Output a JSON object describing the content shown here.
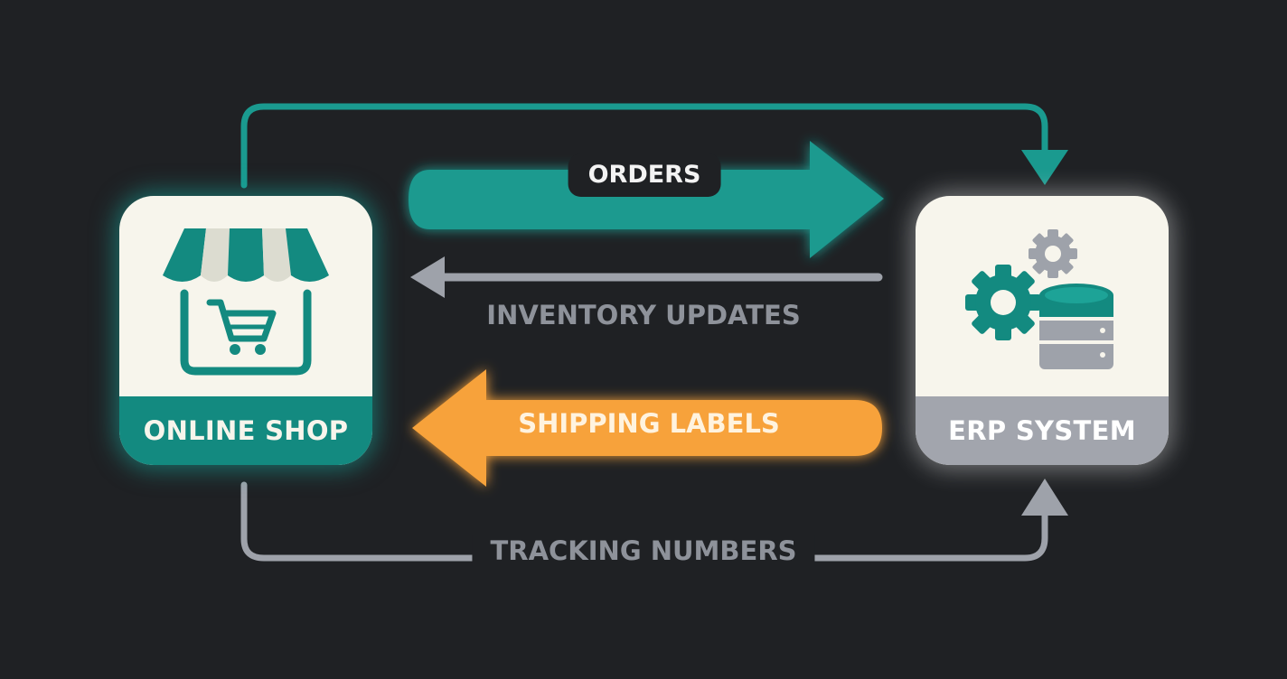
{
  "nodes": {
    "shop": {
      "label": "ONLINE SHOP"
    },
    "erp": {
      "label": "ERP SYSTEM"
    }
  },
  "flows": {
    "orders": "ORDERS",
    "inventory": "INVENTORY UPDATES",
    "shipping": "SHIPPING LABELS",
    "tracking": "TRACKING NUMBERS"
  },
  "colors": {
    "teal": "#1a9a8f",
    "orange": "#f7a23a",
    "gray": "#9ea2aa",
    "background": "#1f2124"
  }
}
